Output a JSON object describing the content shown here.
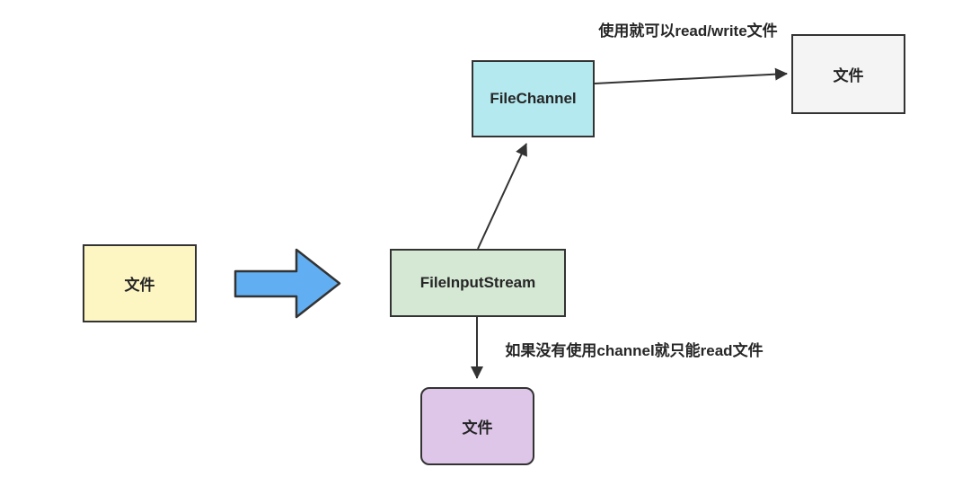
{
  "diagram": {
    "nodes": {
      "source_file": {
        "label": "文件"
      },
      "file_input_stream": {
        "label": "FileInputStream"
      },
      "file_channel": {
        "label": "FileChannel"
      },
      "channel_target_file": {
        "label": "文件"
      },
      "stream_target_file": {
        "label": "文件"
      }
    },
    "edge_labels": {
      "channel_to_file": "使用就可以read/write文件",
      "stream_to_file": "如果没有使用channel就只能read文件"
    },
    "colors": {
      "source_file_fill": "#fdf6c3",
      "file_input_stream_fill": "#d5e8d4",
      "file_channel_fill": "#b4e9f0",
      "channel_target_file_fill": "#f4f4f4",
      "stream_target_file_fill": "#ddc6e8",
      "big_arrow_fill": "#61aff2",
      "border": "#333333",
      "text": "#262626"
    }
  }
}
